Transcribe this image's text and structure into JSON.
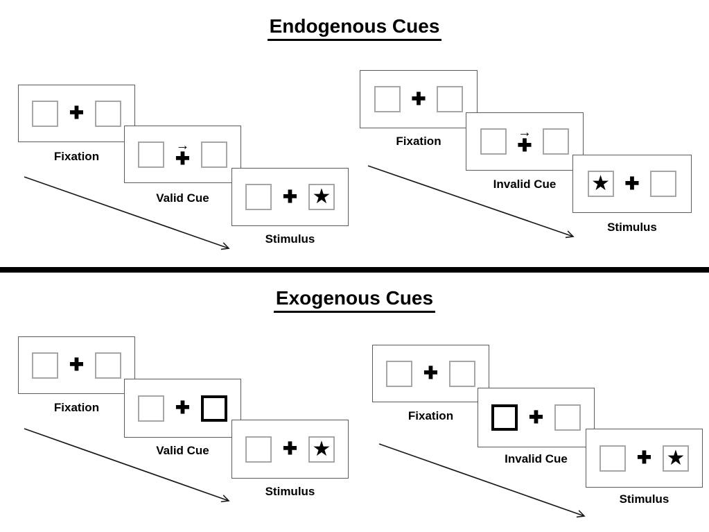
{
  "colors": {
    "ink": "#000000",
    "panel-border": "#5a5a5a",
    "box-border": "#a6a6a6"
  },
  "glyphs": {
    "plus": "✚",
    "star": "★",
    "arrow_right": "→"
  },
  "sections": [
    {
      "title": "Endogenous Cues",
      "groups": [
        {
          "name": "valid-trial",
          "cue_type": "central-arrow",
          "frames": [
            {
              "label": "Fixation"
            },
            {
              "label": "Valid Cue",
              "cue": "arrow-right-above-fixation-cross"
            },
            {
              "label": "Stimulus",
              "star_side": "right"
            }
          ]
        },
        {
          "name": "invalid-trial",
          "cue_type": "central-arrow",
          "frames": [
            {
              "label": "Fixation"
            },
            {
              "label": "Invalid Cue",
              "cue": "arrow-right-above-fixation-cross"
            },
            {
              "label": "Stimulus",
              "star_side": "left"
            }
          ]
        }
      ]
    },
    {
      "title": "Exogenous Cues",
      "groups": [
        {
          "name": "valid-trial",
          "cue_type": "peripheral-thick-box",
          "frames": [
            {
              "label": "Fixation"
            },
            {
              "label": "Valid Cue",
              "cue": "thick-box-right"
            },
            {
              "label": "Stimulus",
              "star_side": "right"
            }
          ]
        },
        {
          "name": "invalid-trial",
          "cue_type": "peripheral-thick-box",
          "frames": [
            {
              "label": "Fixation"
            },
            {
              "label": "Invalid Cue",
              "cue": "thick-box-left"
            },
            {
              "label": "Stimulus",
              "star_side": "right"
            }
          ]
        }
      ]
    }
  ]
}
